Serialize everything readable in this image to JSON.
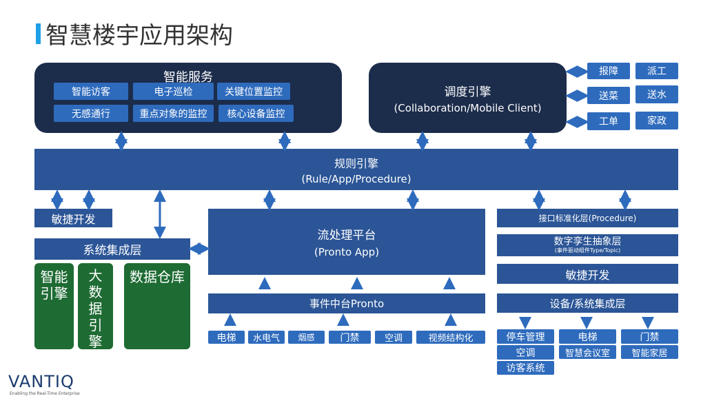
{
  "title": "智慧楼宇应用架构",
  "smart_service": {
    "title": "智能服务",
    "items": [
      "智能访客",
      "电子巡检",
      "关键位置监控",
      "无感通行",
      "重点对象的监控",
      "核心设备监控"
    ]
  },
  "scheduler": {
    "title": "调度引擎",
    "subtitle": "(Collaboration/Mobile Client)"
  },
  "dispatch_items": [
    "报障",
    "派工",
    "送菜",
    "送水",
    "工单",
    "家政"
  ],
  "rule_engine": {
    "title": "规则引擎",
    "subtitle": "(Rule/App/Procedure)"
  },
  "agile_dev_left": "敏捷开发",
  "system_integration": "系统集成层",
  "green_boxes": [
    "智能\n引擎",
    "大\n数\n据\n引\n擎",
    "数据仓库"
  ],
  "stream_platform": {
    "title": "流处理平台",
    "subtitle": "(Pronto App)"
  },
  "event_center": "事件中台Pronto",
  "event_sources": [
    "电梯",
    "水电气",
    "烟感",
    "门禁",
    "空调",
    "视频结构化"
  ],
  "interface_layer": "接口标准化层(Procedure)",
  "digital_twin": {
    "title": "数字孪生抽象层",
    "subtitle": "(事件驱动组件Type/Topic)"
  },
  "agile_dev_right": "敏捷开发",
  "device_integration": "设备/系统集成层",
  "devices": [
    "停车管理",
    "电梯",
    "门禁",
    "空调",
    "智慧会议室",
    "智能家居",
    "访客系统"
  ],
  "logo": {
    "name": "VANTIQ",
    "tagline": "Enabling the Real-Time Enterprise"
  }
}
